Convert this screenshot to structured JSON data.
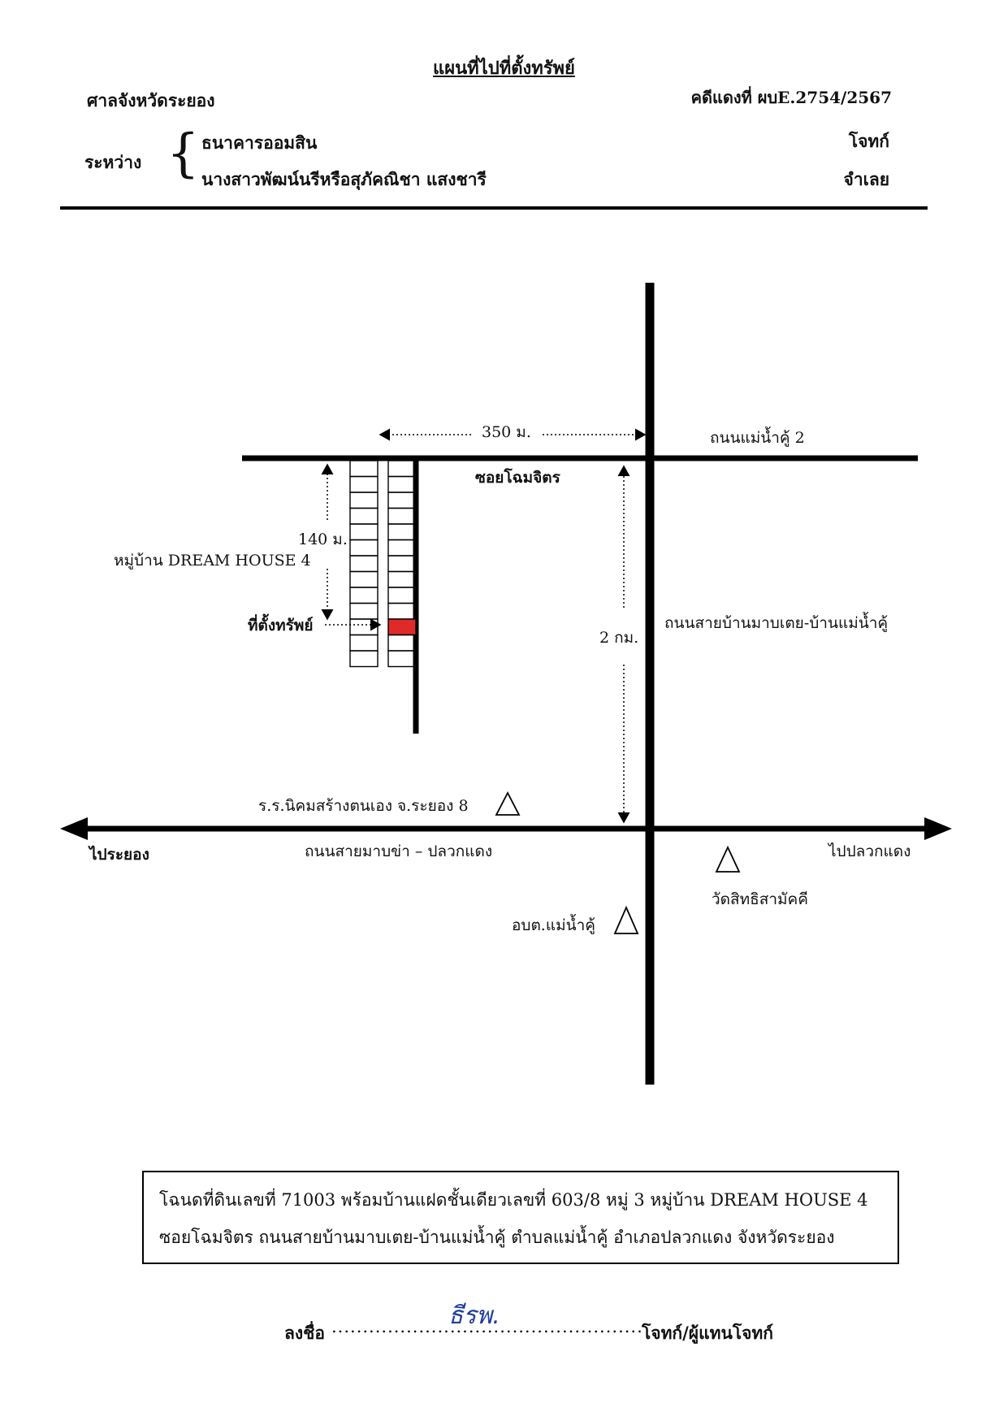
{
  "header": {
    "title": "แผนที่ไปที่ตั้งทรัพย์",
    "court": "ศาลจังหวัดระยอง",
    "case_number": "คดีแดงที่ ผบE.2754/2567",
    "between_label": "ระหว่าง",
    "brace": "{",
    "plaintiff": {
      "name": "ธนาคารออมสิน",
      "role": "โจทก์"
    },
    "defendant": {
      "name": "นางสาวพัฒน์นรีหรือสุภัคณิชา แสงชารี",
      "role": "จำเลย"
    }
  },
  "map": {
    "roads": {
      "north_road": "ถนนแม่น้ำคู้ 2",
      "soi": "ซอยโฉมจิตร",
      "main_vertical_road": "ถนนสายบ้านมาบเตย-บ้านแม่น้ำคู้",
      "main_horizontal_road": "ถนนสายมาบข่า – ปลวกแดง"
    },
    "distances": {
      "soi_length": "350 ม.",
      "village_depth": "140 ม.",
      "vertical_distance": "2 กม."
    },
    "places": {
      "village": "หมู่บ้าน DREAM HOUSE 4",
      "property": "ที่ตั้งทรัพย์",
      "school": "ร.ร.นิคมสร้างตนเอง จ.ระยอง 8",
      "temple": "วัดสิทธิสามัคคี",
      "sao": "อบต.แม่น้ำคู้"
    },
    "directions": {
      "west": "ไประยอง",
      "east": "ไปปลวกแดง"
    },
    "colors": {
      "road": "#000000",
      "property_highlight": "#e02a2a"
    },
    "village_plot_rows": 13,
    "property_row_index": 10
  },
  "deed": {
    "line1": "โฉนดที่ดินเลขที่ 71003 พร้อมบ้านแฝดชั้นเดียวเลขที่  603/8 หมู่ 3 หมู่บ้าน DREAM HOUSE 4",
    "line2": "ซอยโฉมจิตร ถนนสายบ้านมาบเตย-บ้านแม่น้ำคู้  ตำบลแม่น้ำคู้  อำเภอปลวกแดง  จังหวัดระยอง"
  },
  "signature": {
    "label": "ลงชื่อ",
    "dots": "..................................................",
    "role": "โจทก์/ผู้แทนโจทก์",
    "handwriting": "ธีรพ."
  }
}
